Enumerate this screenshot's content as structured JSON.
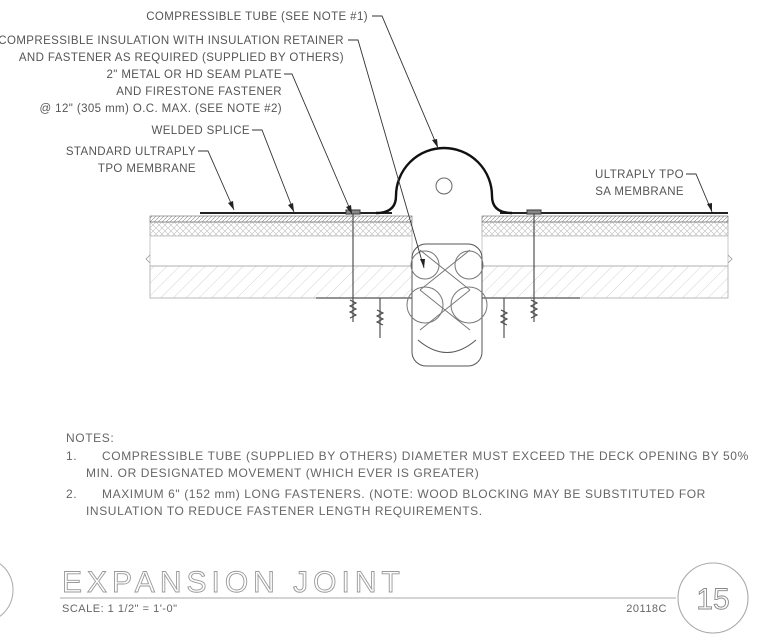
{
  "callouts": {
    "tube": "COMPRESSIBLE TUBE (SEE NOTE #1)",
    "insulation_1": "COMPRESSIBLE INSULATION WITH INSULATION RETAINER",
    "insulation_2": "AND FASTENER AS REQUIRED (SUPPLIED BY OTHERS)",
    "plate_1": "2\" METAL OR HD SEAM PLATE",
    "plate_2": "AND FIRESTONE FASTENER",
    "plate_3": "@ 12\" (305 mm) O.C. MAX. (SEE NOTE #2)",
    "splice": "WELDED SPLICE",
    "membrane_1": "STANDARD ULTRAPLY",
    "membrane_2": "TPO MEMBRANE",
    "sa_1": "ULTRAPLY TPO",
    "sa_2": "SA MEMBRANE"
  },
  "notes": {
    "heading": "NOTES:",
    "n1_num": "1.",
    "n1_line1": "COMPRESSIBLE TUBE (SUPPLIED BY OTHERS) DIAMETER MUST EXCEED THE DECK OPENING BY 50%",
    "n1_line2": "MIN. OR DESIGNATED MOVEMENT (WHICH EVER IS GREATER)",
    "n2_num": "2.",
    "n2_line1": "MAXIMUM 6\" (152 mm) LONG FASTENERS.  (NOTE: WOOD BLOCKING MAY BE SUBSTITUTED FOR",
    "n2_line2": "INSULATION TO REDUCE FASTENER LENGTH REQUIREMENTS."
  },
  "title_block": {
    "title": "EXPANSION JOINT",
    "scale": "SCALE: 1 1/2\" = 1'-0\"",
    "code": "20118C",
    "detail_number": "15"
  }
}
